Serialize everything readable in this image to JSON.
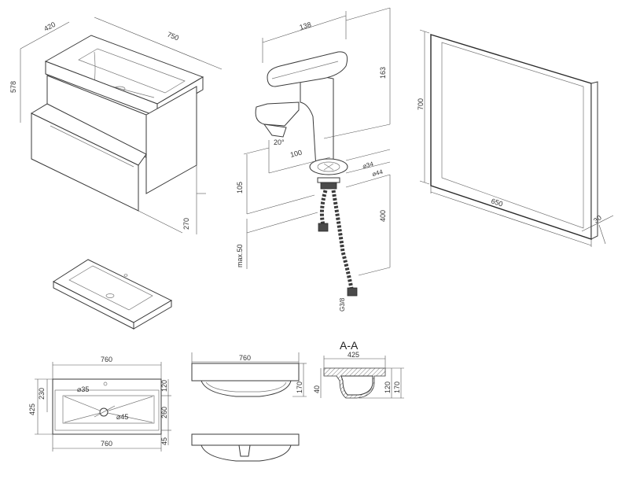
{
  "cabinet": {
    "depth": "420",
    "width": "750",
    "height": "578",
    "drawer_height": "270"
  },
  "faucet": {
    "width": "138",
    "height": "163",
    "angle": "20°",
    "reach": "100",
    "body_height": "105",
    "max_deck": "max.50",
    "hose_length": "400",
    "diameter_34": "⌀34",
    "diameter_44": "⌀44",
    "thread": "G3/8"
  },
  "mirror": {
    "height": "700",
    "width": "650",
    "depth": "30"
  },
  "basin_plan": {
    "width_top": "760",
    "width_bottom": "760",
    "depth": "425",
    "offset": "230",
    "hole": "⌀35",
    "drain": "⌀45",
    "dim_120": "120",
    "dim_260": "260",
    "dim_45": "45"
  },
  "basin_front": {
    "width": "760",
    "height": "170"
  },
  "section": {
    "title": "A-A",
    "width": "425",
    "dim_40": "40",
    "dim_120": "120",
    "dim_170": "170"
  }
}
